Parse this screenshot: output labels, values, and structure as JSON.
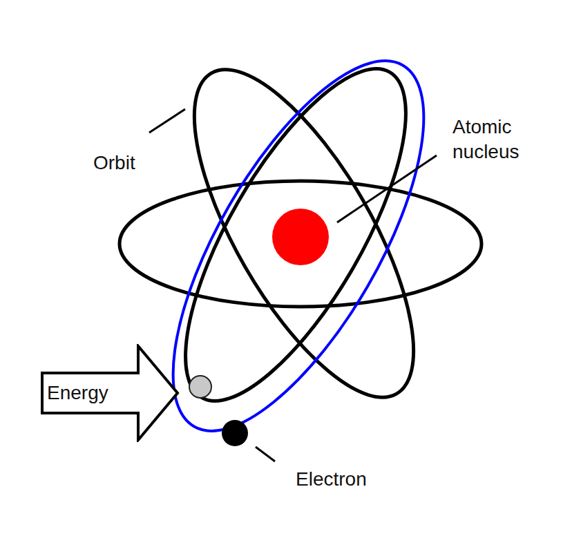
{
  "diagram": {
    "nodes": [
      {
        "text": [
          "Energy"
        ]
      }
    ],
    "labels": [
      "Orbit",
      "Atomic nucleus",
      "Electron"
    ]
  }
}
